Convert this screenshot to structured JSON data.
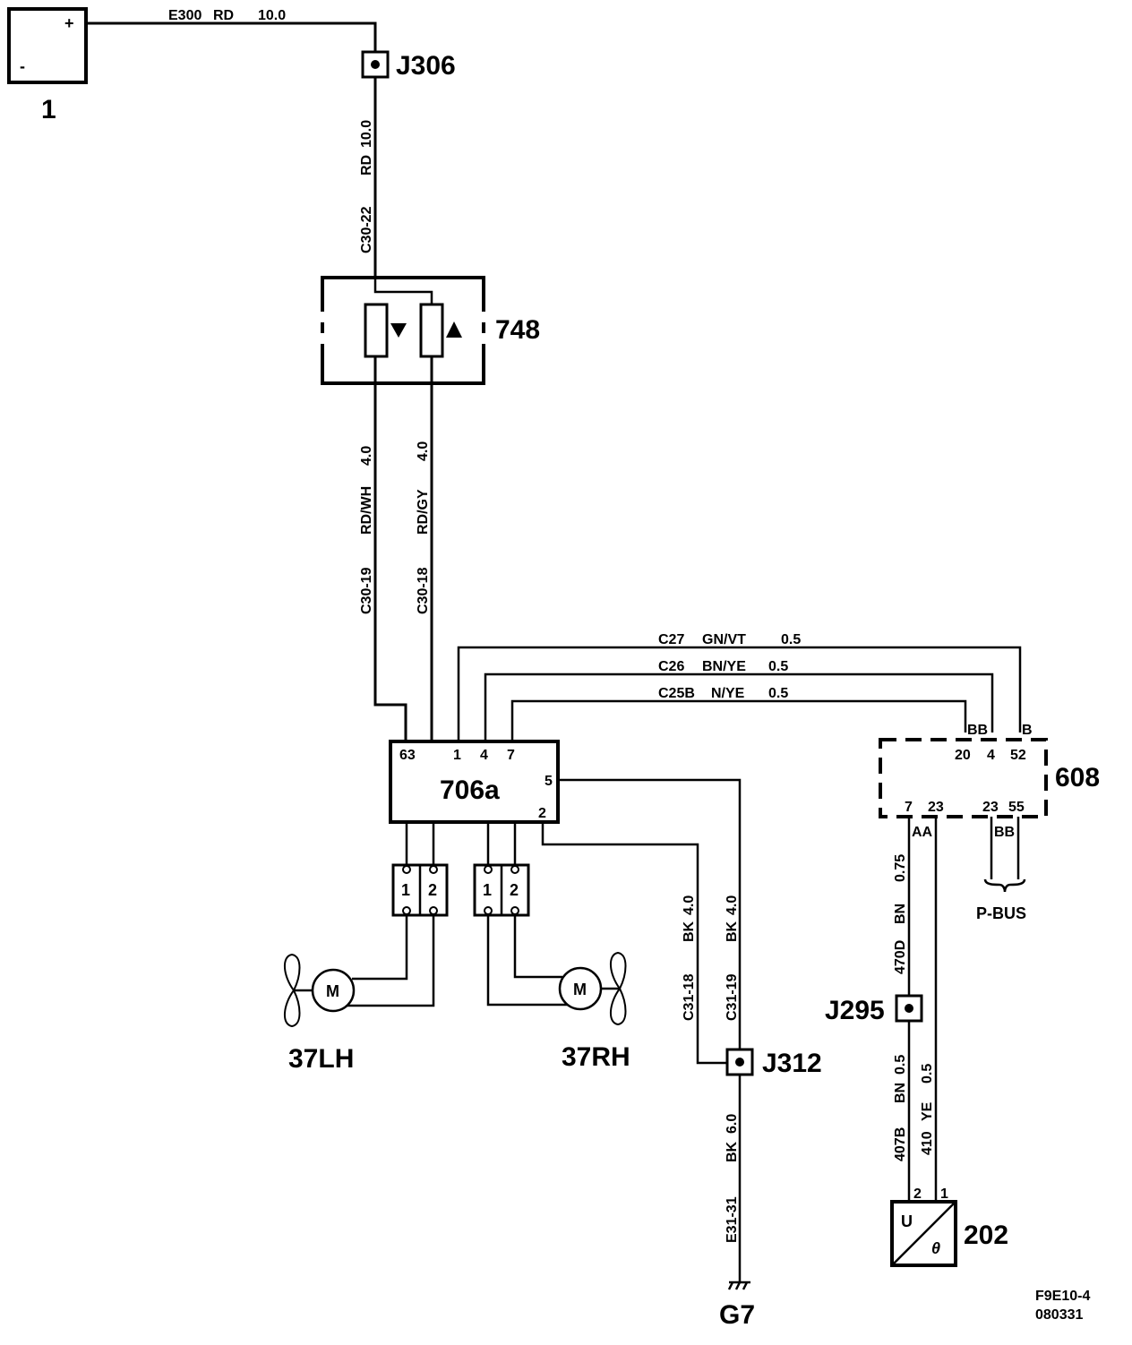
{
  "components": {
    "battery": {
      "id": "1",
      "plus": "+",
      "minus": "-"
    },
    "fuse_relay": {
      "id": "748"
    },
    "module": {
      "id": "706a",
      "pins": {
        "p63": "63",
        "p1": "1",
        "p4": "4",
        "p7": "7",
        "p5": "5",
        "p2": "2"
      }
    },
    "ecm": {
      "id": "608",
      "top_pins": [
        "20",
        "4",
        "52"
      ],
      "top_conn": [
        "BB",
        "B"
      ],
      "bottom_pins": [
        "7",
        "23",
        "23",
        "55"
      ],
      "bottom_conn": [
        "AA",
        "BB"
      ]
    },
    "sensor": {
      "id": "202",
      "u": "U",
      "theta": "θ",
      "pin2": "2",
      "pin1": "1"
    },
    "fan_lh": {
      "id": "37LH",
      "motor": "M"
    },
    "fan_rh": {
      "id": "37RH",
      "motor": "M"
    },
    "conn_lh": {
      "p1": "1",
      "p2": "2"
    },
    "conn_rh": {
      "p1": "1",
      "p2": "2"
    }
  },
  "junctions": {
    "j306": "J306",
    "j295": "J295",
    "j312": "J312"
  },
  "ground": {
    "id": "G7"
  },
  "bus": {
    "label": "P-BUS"
  },
  "wires": {
    "e300": {
      "code": "E300",
      "color": "RD",
      "size": "10.0"
    },
    "c30_22": {
      "text": "C30-22",
      "color": "RD",
      "size": "10.0"
    },
    "c30_19": {
      "text": "C30-19",
      "color": "RD/WH",
      "size": "4.0"
    },
    "c30_18": {
      "text": "C30-18",
      "color": "RD/GY",
      "size": "4.0"
    },
    "c27": {
      "code": "C27",
      "color": "GN/VT",
      "size": "0.5"
    },
    "c26": {
      "code": "C26",
      "color": "BN/YE",
      "size": "0.5"
    },
    "c25b": {
      "code": "C25B",
      "color": "N/YE",
      "size": "0.5"
    },
    "c31_18": {
      "text": "C31-18",
      "color": "BK",
      "size": "4.0"
    },
    "c31_19": {
      "text": "C31-19",
      "color": "BK",
      "size": "4.0"
    },
    "e31_31": {
      "text": "E31-31",
      "color": "BK",
      "size": "6.0"
    },
    "w470d": {
      "text": "470D",
      "color": "BN",
      "size": "0.75"
    },
    "w407b": {
      "text": "407B",
      "color": "BN",
      "size": "0.5"
    },
    "w410": {
      "text": "410",
      "color": "YE",
      "size": "0.5"
    }
  },
  "footer": {
    "code": "F9E10-4",
    "date": "080331"
  }
}
